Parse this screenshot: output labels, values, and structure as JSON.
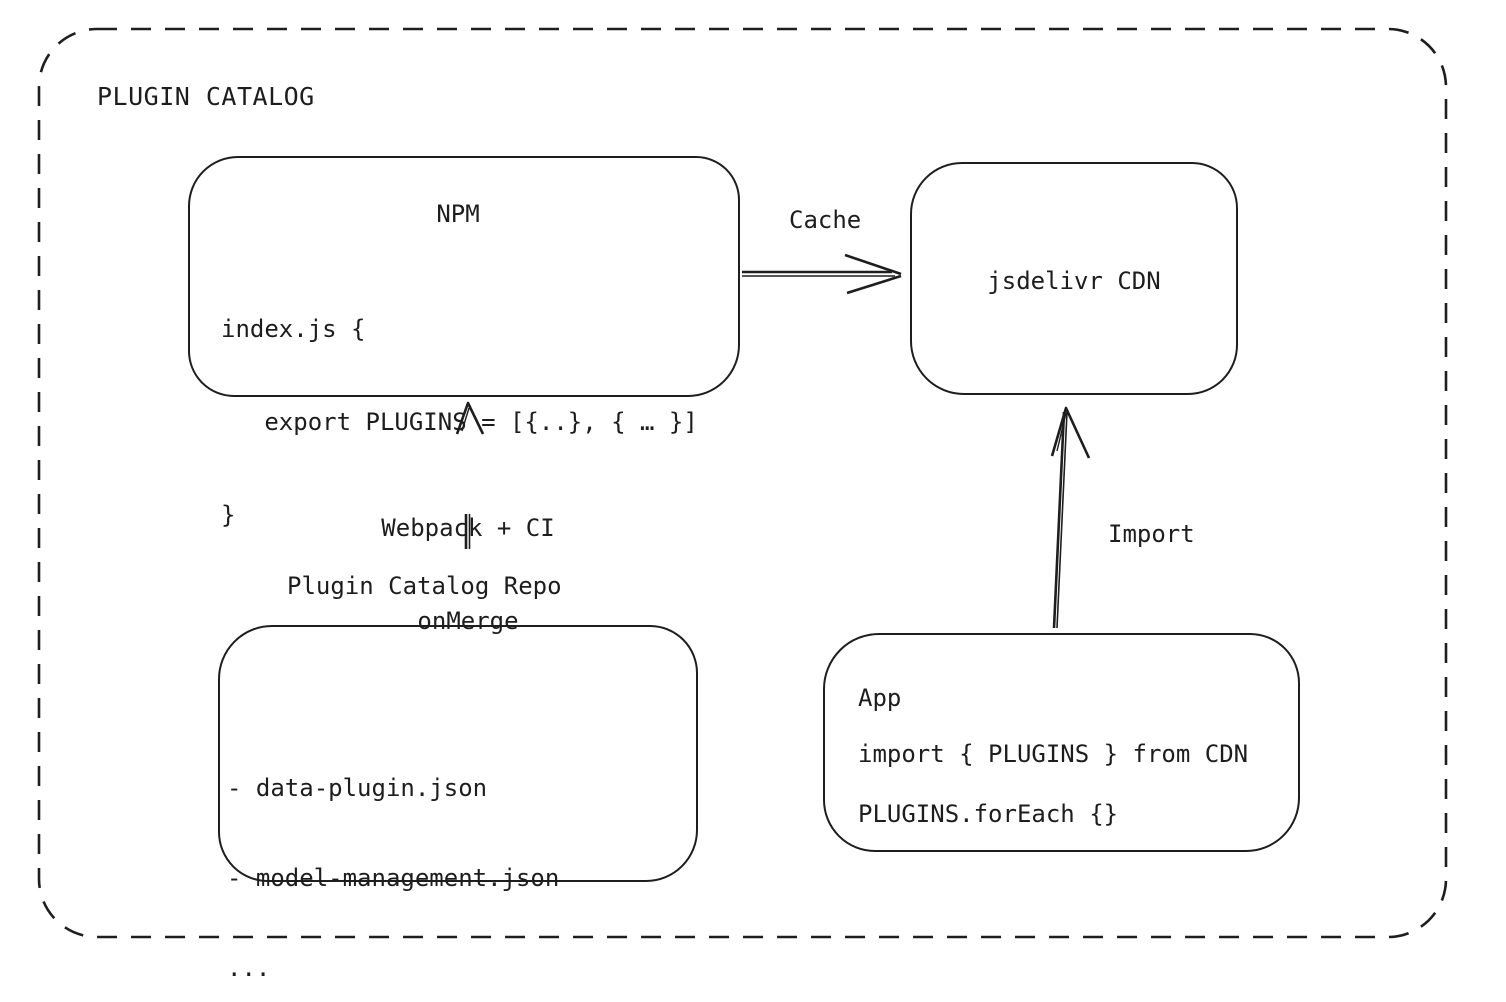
{
  "frame": {
    "title": "PLUGIN CATALOG"
  },
  "nodes": {
    "npm": {
      "title": "NPM",
      "code": [
        "index.js {",
        "   export PLUGINS = [{..}, { … }]",
        "}"
      ]
    },
    "cdn": {
      "label": "jsdelivr CDN"
    },
    "repo": {
      "label": "Plugin Catalog Repo",
      "files": [
        "- data-plugin.json",
        "- model-management.json",
        "..."
      ]
    },
    "app": {
      "title": "App",
      "code": [
        "import { PLUGINS } from CDN",
        "PLUGINS.forEach {}"
      ]
    }
  },
  "edges": {
    "cache": {
      "label": "Cache",
      "from": "npm",
      "to": "cdn"
    },
    "build": {
      "label_line1": "Webpack + CI",
      "label_line2": "onMerge",
      "from": "repo",
      "to": "npm"
    },
    "import": {
      "label": "Import",
      "from": "app",
      "to": "cdn"
    }
  },
  "colors": {
    "stroke": "#1e1e1e",
    "text": "#1d1d1d",
    "background": "#ffffff"
  }
}
